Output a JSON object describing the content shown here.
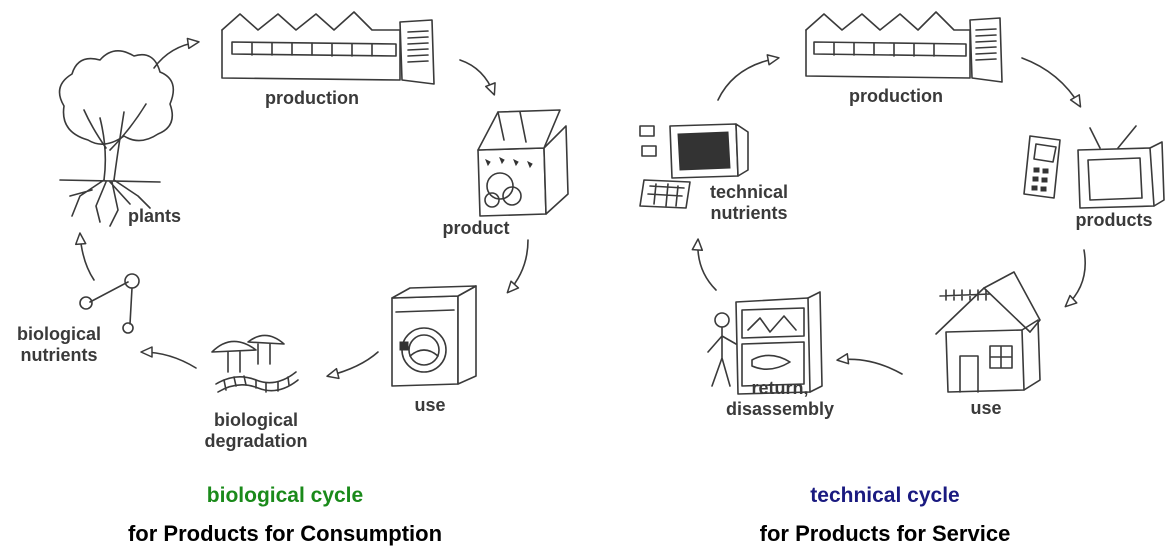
{
  "biological": {
    "production": "production",
    "product": "product",
    "use": "use",
    "degradation_line1": "biological",
    "degradation_line2": "degradation",
    "nutrients_line1": "biological",
    "nutrients_line2": "nutrients",
    "plants": "plants",
    "title": "biological cycle",
    "subtitle": "for Products for Consumption",
    "title_color": "#1a8a1a"
  },
  "technical": {
    "production": "production",
    "products": "products",
    "use": "use",
    "return_line1": "return,",
    "return_line2": "disassembly",
    "nutrients_line1": "technical",
    "nutrients_line2": "nutrients",
    "title": "technical cycle",
    "subtitle": "for Products for Service",
    "title_color": "#1a1a80"
  }
}
